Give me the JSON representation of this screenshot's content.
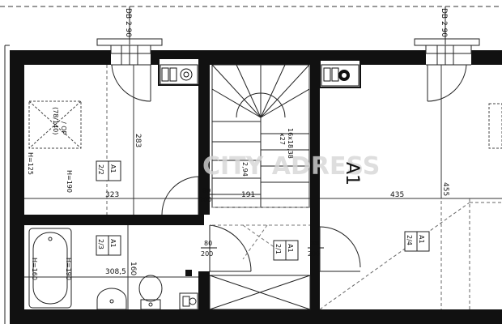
{
  "doors": [
    {
      "width": "80",
      "height": "200"
    },
    {
      "width": "80",
      "height": "200"
    },
    {
      "width": "80",
      "height": "200"
    }
  ],
  "rooms": [
    {
      "tag_top": "A1",
      "tag_bottom": "2/2"
    },
    {
      "tag_top": "A1",
      "tag_bottom": "2/3"
    },
    {
      "tag_top": "A1",
      "tag_bottom": "2/1"
    },
    {
      "tag_top": "A1",
      "tag_bottom": "2/4"
    }
  ],
  "apartment_label": "A1",
  "dimensions": {
    "d323": "323",
    "d191": "191",
    "d435": "435",
    "d3085": "308,5",
    "d283": "283",
    "d160": "160",
    "d455": "455",
    "d294": "2,94"
  },
  "stairs_label_1": "16x18,38",
  "stairs_label_2": "x27",
  "heights": {
    "h1": "H=190",
    "h2": "H=125",
    "h3": "H=190",
    "h4": "H=160"
  },
  "skylight": {
    "line1": "/ OP",
    "line2": "(78/140)"
  },
  "vents": [
    {
      "text": "DB 2 90"
    },
    {
      "text": "DB 2 90"
    }
  ],
  "watermark": "CITY ADRESS",
  "colors": {
    "wall": "#111111",
    "line": "#222222",
    "watermark": "#d7d7d7"
  }
}
